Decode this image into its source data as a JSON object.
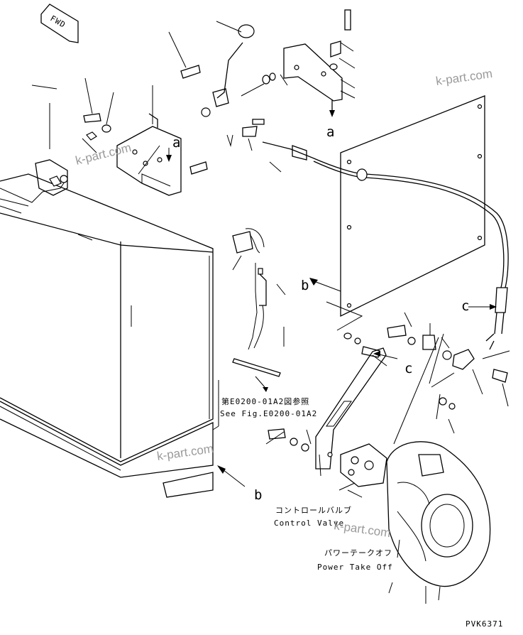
{
  "diagram": {
    "fwd_tag": "FWD",
    "labels": {
      "a_top": "a",
      "a_mid": "a",
      "b_mid": "b",
      "b_bottom": "b",
      "c_right": "c",
      "c_mid": "c"
    },
    "see_fig_jp": "第E0200-01A2図参照",
    "see_fig_en": "See Fig.E0200-01A2",
    "control_valve_jp": "コントロールバルブ",
    "control_valve_en": "Control Valve",
    "pto_jp": "パワーテークオフ",
    "pto_en": "Power Take Off",
    "code": "PVK6371",
    "watermarks": [
      "k-part.com",
      "k-part.com",
      "k-part.com",
      "k-part.com"
    ]
  }
}
